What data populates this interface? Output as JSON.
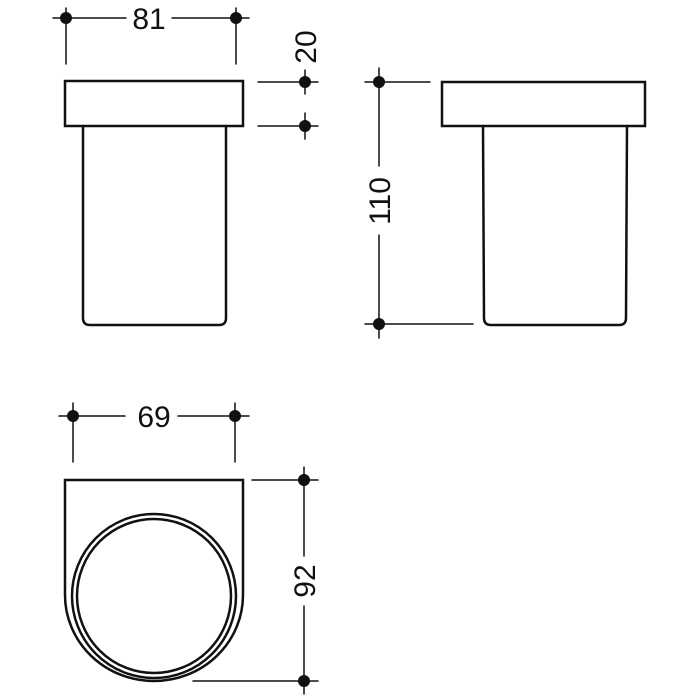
{
  "drawing": {
    "type": "technical dimension drawing",
    "units": "mm",
    "line_color": "#111111",
    "background": "#ffffff"
  },
  "views": {
    "front_view": {
      "name": "front view",
      "dimensions": {
        "width": "81",
        "rim_height": "20"
      }
    },
    "side_view": {
      "name": "side view",
      "dimensions": {
        "height": "110"
      }
    },
    "top_view": {
      "name": "top view",
      "dimensions": {
        "width": "69",
        "depth": "92"
      }
    }
  }
}
